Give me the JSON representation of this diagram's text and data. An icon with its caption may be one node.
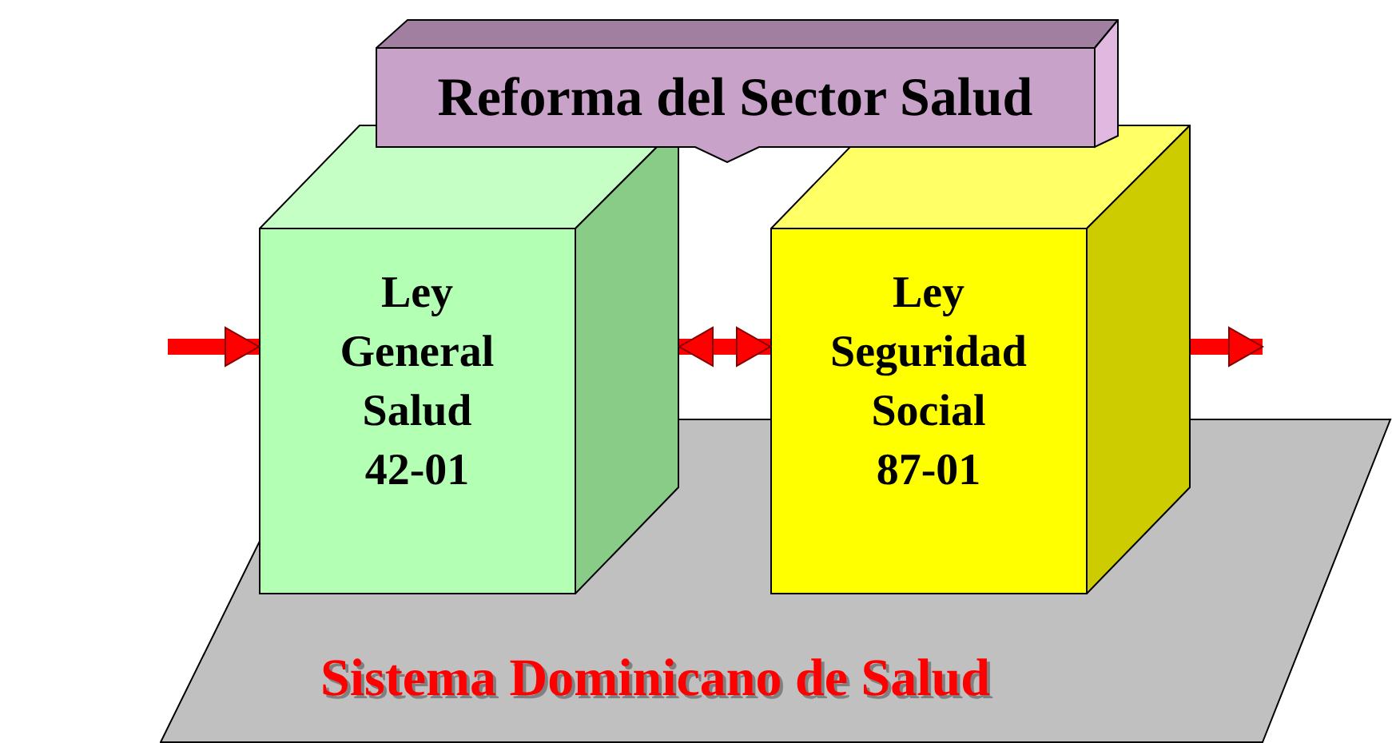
{
  "diagram": {
    "nodes": [
      {
        "text": [
          "Reforma del Sector Salud"
        ]
      },
      {
        "text": [
          "Ley General Salud 42-01"
        ]
      },
      {
        "text": [
          "Ley Seguridad Social 87-01"
        ]
      },
      {
        "text": [
          "Sistema Dominicano de Salud"
        ]
      }
    ],
    "edges": [
      {
        "from": null,
        "to": 1,
        "arrow": "to"
      },
      {
        "from": 1,
        "to": 2,
        "arrow": "both"
      },
      {
        "from": 2,
        "to": null,
        "arrow": "to"
      }
    ]
  }
}
